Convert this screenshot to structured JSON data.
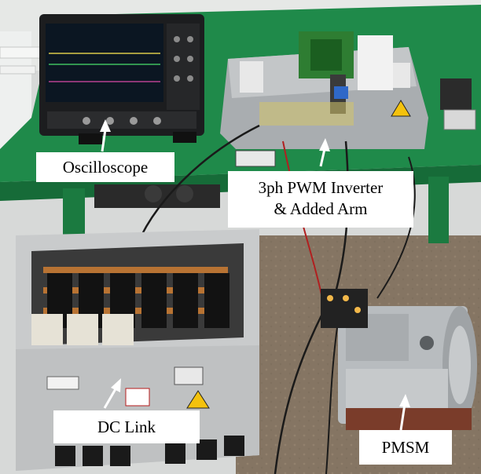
{
  "labels": {
    "oscilloscope": "Oscilloscope",
    "inverter": {
      "line1": "3ph PWM Inverter",
      "line2": "& Added Arm"
    },
    "dc_link": "DC Link",
    "pmsm": "PMSM"
  },
  "colors": {
    "table_green": "#1f8a4a",
    "cabinet_gray": "#c9cbcc",
    "floor_brown": "#8a7a68",
    "arrow": "#ffffff"
  }
}
